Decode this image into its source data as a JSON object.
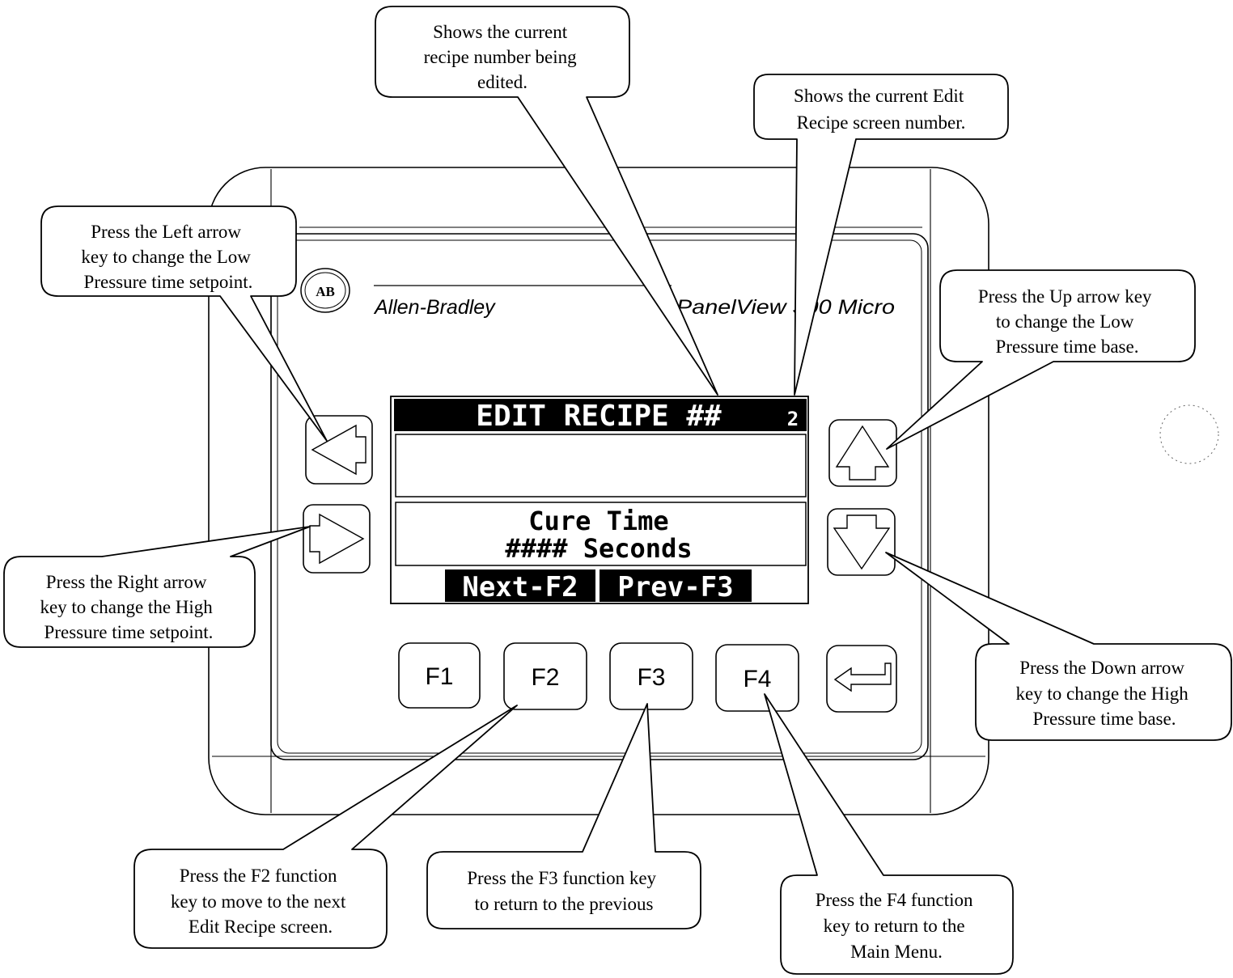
{
  "device": {
    "brand": "Allen-Bradley",
    "model": "PanelView 300 Micro",
    "logo_text": "AB"
  },
  "screen": {
    "header": "EDIT RECIPE ##",
    "screen_number": "2",
    "line1": "Cure Time",
    "line2": "#### Seconds",
    "next_label": "Next-F2",
    "prev_label": "Prev-F3"
  },
  "keys": {
    "f1": "F1",
    "f2": "F2",
    "f3": "F3",
    "f4": "F4"
  },
  "callouts": {
    "recipe_number": [
      "Shows the current",
      "recipe number being",
      "edited."
    ],
    "screen_number": [
      "Shows the current Edit",
      "Recipe screen number."
    ],
    "left_arrow": [
      "Press the Left arrow",
      "key to change the Low",
      "Pressure time setpoint."
    ],
    "up_arrow": [
      "Press the Up arrow key",
      "to change the Low",
      "Pressure time base."
    ],
    "right_arrow": [
      "Press the Right arrow",
      "key to change the High",
      "Pressure time setpoint."
    ],
    "down_arrow": [
      "Press the Down arrow",
      "key to change the High",
      "Pressure time base."
    ],
    "f2": [
      "Press the F2 function",
      "key to move to the next",
      "Edit Recipe screen."
    ],
    "f3": [
      "Press the F3 function key",
      "to return to the previous"
    ],
    "f4": [
      "Press the F4 function",
      "key to return to the",
      "Main Menu."
    ]
  }
}
